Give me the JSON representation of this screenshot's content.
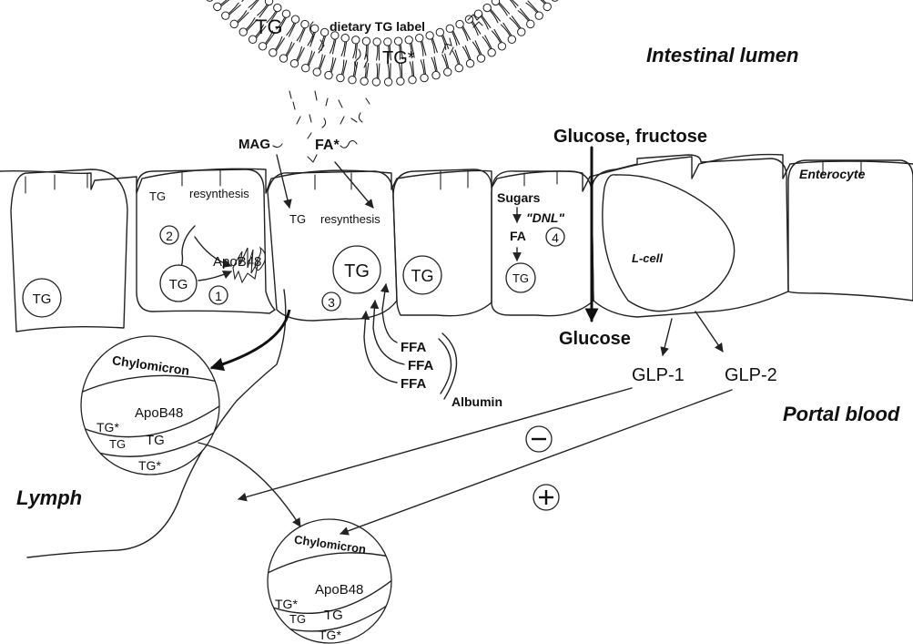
{
  "labels": {
    "intestinal_lumen": "Intestinal lumen",
    "dietary_tg": "TG",
    "dietary_tg_label": "dietary TG label",
    "dietary_tg_star": "TG*",
    "mag": "MAG",
    "fa_star": "FA*",
    "glucose_fructose": "Glucose, fructose",
    "enterocyte": "Enterocyte",
    "tg_resynthesis_1": "TG",
    "resynthesis_1": "resynthesis",
    "tg_resynthesis_2": "TG",
    "resynthesis_2": "resynthesis",
    "apob48": "ApoB48",
    "sugars": "Sugars",
    "dnl": "\"DNL\"",
    "fa": "FA",
    "l_cell": "L-cell",
    "glucose": "Glucose",
    "glp1": "GLP-1",
    "glp2": "GLP-2",
    "portal_blood": "Portal blood",
    "lymph": "Lymph",
    "ffa_1": "FFA",
    "ffa_2": "FFA",
    "ffa_3": "FFA",
    "albumin": "Albumin",
    "minus": "−",
    "plus": "+"
  },
  "cells": {
    "tg_far_left": "TG",
    "tg_cell2": "TG",
    "tg_cell3": "TG",
    "tg_cell4": "TG",
    "tg_cell5": "TG"
  },
  "steps": {
    "one": "1",
    "two": "2",
    "three": "3",
    "four": "4"
  },
  "chylomicron_1": {
    "title": "Chylomicron",
    "apob48": "ApoB48",
    "tg_star_a": "TG*",
    "tg_small": "TG",
    "tg": "TG",
    "tg_star_b": "TG*"
  },
  "chylomicron_2": {
    "title": "Chylomicron",
    "apob48": "ApoB48",
    "tg_star_a": "TG*",
    "tg_small": "TG",
    "tg": "TG",
    "tg_star_b": "TG*"
  }
}
